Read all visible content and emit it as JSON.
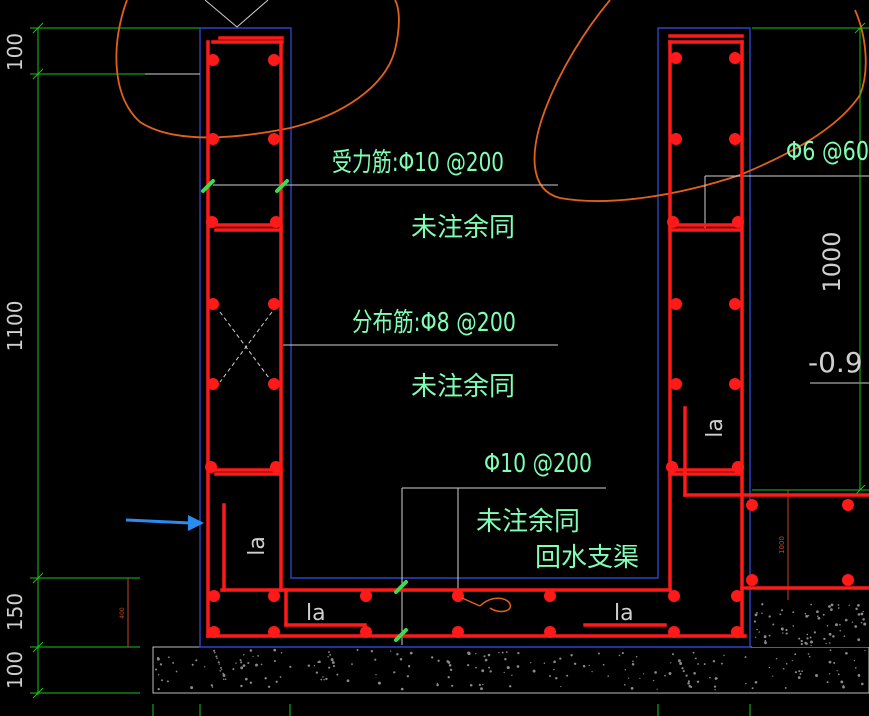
{
  "labels": {
    "main_bar": "受力筋:Φ10 @200",
    "dist_bar": "分布筋:Φ8 @200",
    "bottom_bar": "Φ10 @200",
    "note_1": "未注余同",
    "note_2": "未注余同",
    "note_3": "未注余同",
    "return_channel": "回水支渠",
    "top_right_bar": "Φ6 @60",
    "elev_right": "-0.9",
    "dim_right_1000": "1000",
    "dim_small_1000": "1000",
    "dim_small_left": "400",
    "anchor_la": "la"
  },
  "dims_left": {
    "d_top": "100",
    "d_mid": "1100",
    "d_150": "150",
    "d_bot": "100"
  },
  "colors": {
    "rebar": "#ff1a1a",
    "text": "#7fffb4",
    "dim_line": "#19c319",
    "outline": "#2a44c8",
    "leader": "#cfcfcf",
    "cloud": "#e0621a",
    "arrow": "#2a8cf0",
    "tick": "#35e04a",
    "dim_small": "#c8461e"
  }
}
